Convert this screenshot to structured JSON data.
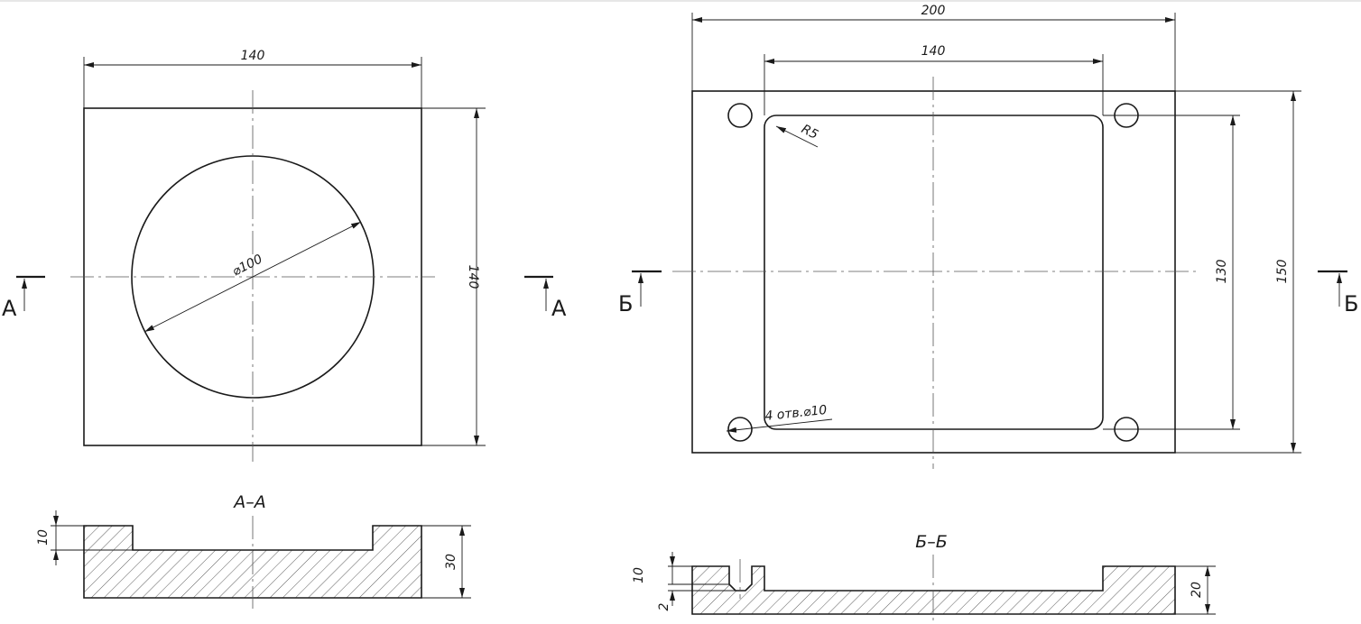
{
  "drawing": {
    "left_view": {
      "dim_width": "140",
      "dim_height": "140",
      "dim_diameter": "⌀100",
      "section_mark": "A"
    },
    "section_a": {
      "title": "A–A",
      "dim_depth": "10",
      "dim_thickness": "30"
    },
    "right_view": {
      "dim_overall_width": "200",
      "dim_pocket_width": "140",
      "dim_pocket_height": "130",
      "dim_overall_height": "150",
      "dim_radius": "R5",
      "dim_holes": "4 отв.⌀10",
      "section_mark": "Б"
    },
    "section_b": {
      "title": "Б–Б",
      "dim_depth": "10",
      "dim_drill_tip": "2",
      "dim_thickness": "20"
    }
  }
}
